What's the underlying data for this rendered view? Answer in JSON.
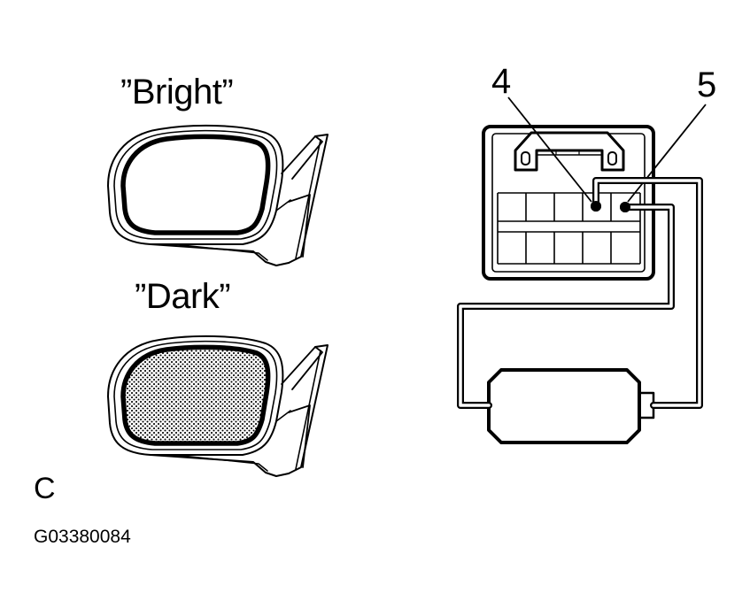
{
  "labels": {
    "bright": "”Bright”",
    "dark": "”Dark”",
    "terminal_4": "4",
    "terminal_5": "5",
    "panel_letter": "C",
    "figure_code": "G03380084"
  },
  "colors": {
    "line": "#000000",
    "background": "#ffffff"
  }
}
